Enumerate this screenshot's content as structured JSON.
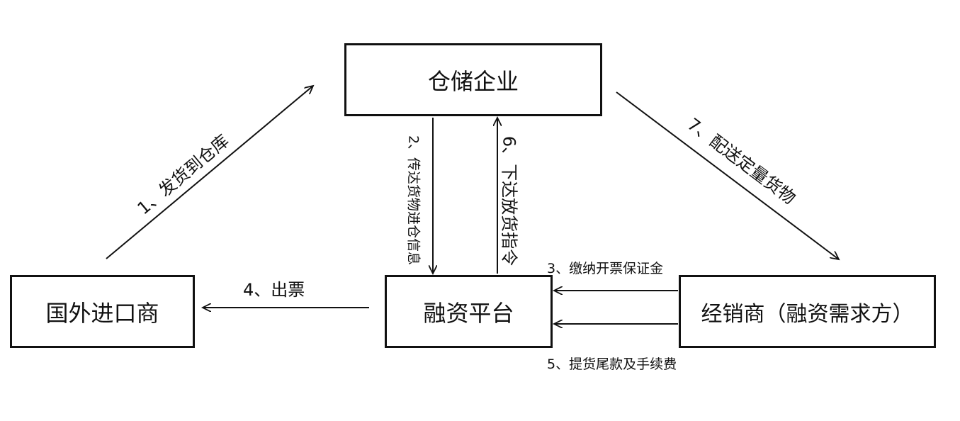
{
  "nodes": {
    "warehouse": "仓储企业",
    "importer": "国外进口商",
    "platform": "融资平台",
    "dealer": "经销商（融资需求方）"
  },
  "edges": {
    "e1": "1、发货到仓库",
    "e2": "2、传达货物进仓信息",
    "e3": "3、缴纳开票保证金",
    "e4": "4、出票",
    "e5": "5、提货尾款及手续费",
    "e6": "6、下达放货指令",
    "e7": "7、配送定量货物"
  }
}
